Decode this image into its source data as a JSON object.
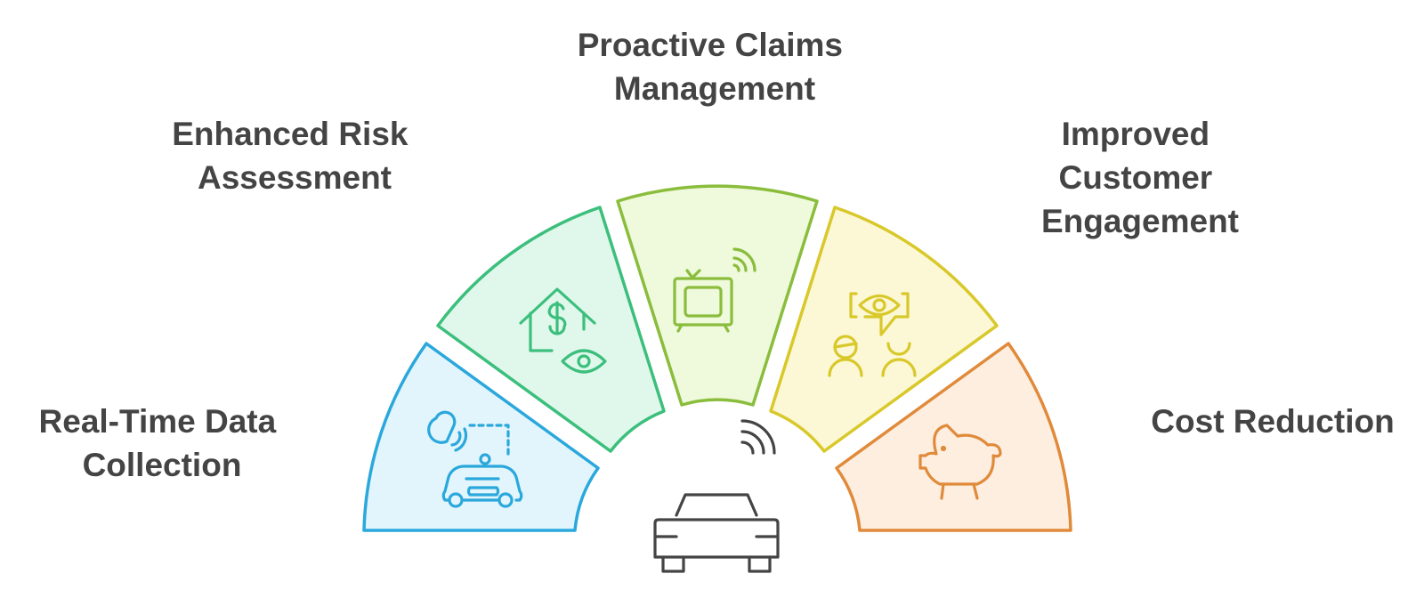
{
  "segments": [
    {
      "id": "real-time",
      "lines": [
        "Real-Time Data",
        "Collection"
      ],
      "stroke": "#2aa8dc",
      "fill": "#e3f5fc",
      "icon": "robot-car-sensor-icon"
    },
    {
      "id": "risk",
      "lines": [
        "Enhanced Risk",
        "Assessment"
      ],
      "stroke": "#3cbf7c",
      "fill": "#e0f8ec",
      "icon": "house-dollar-eye-icon"
    },
    {
      "id": "claims",
      "lines": [
        "Proactive Claims",
        "Management"
      ],
      "stroke": "#8abd3c",
      "fill": "#eff9dc",
      "icon": "tv-signal-icon"
    },
    {
      "id": "engagement",
      "lines": [
        "Improved",
        "Customer",
        "Engagement"
      ],
      "stroke": "#d8c82a",
      "fill": "#fcf8d6",
      "icon": "people-eye-chat-icon"
    },
    {
      "id": "cost",
      "lines": [
        "Cost Reduction"
      ],
      "stroke": "#e08a3a",
      "fill": "#fdeee0",
      "icon": "piggy-bank-icon"
    }
  ],
  "center": {
    "icon": "connected-car-icon",
    "stroke": "#444444"
  }
}
